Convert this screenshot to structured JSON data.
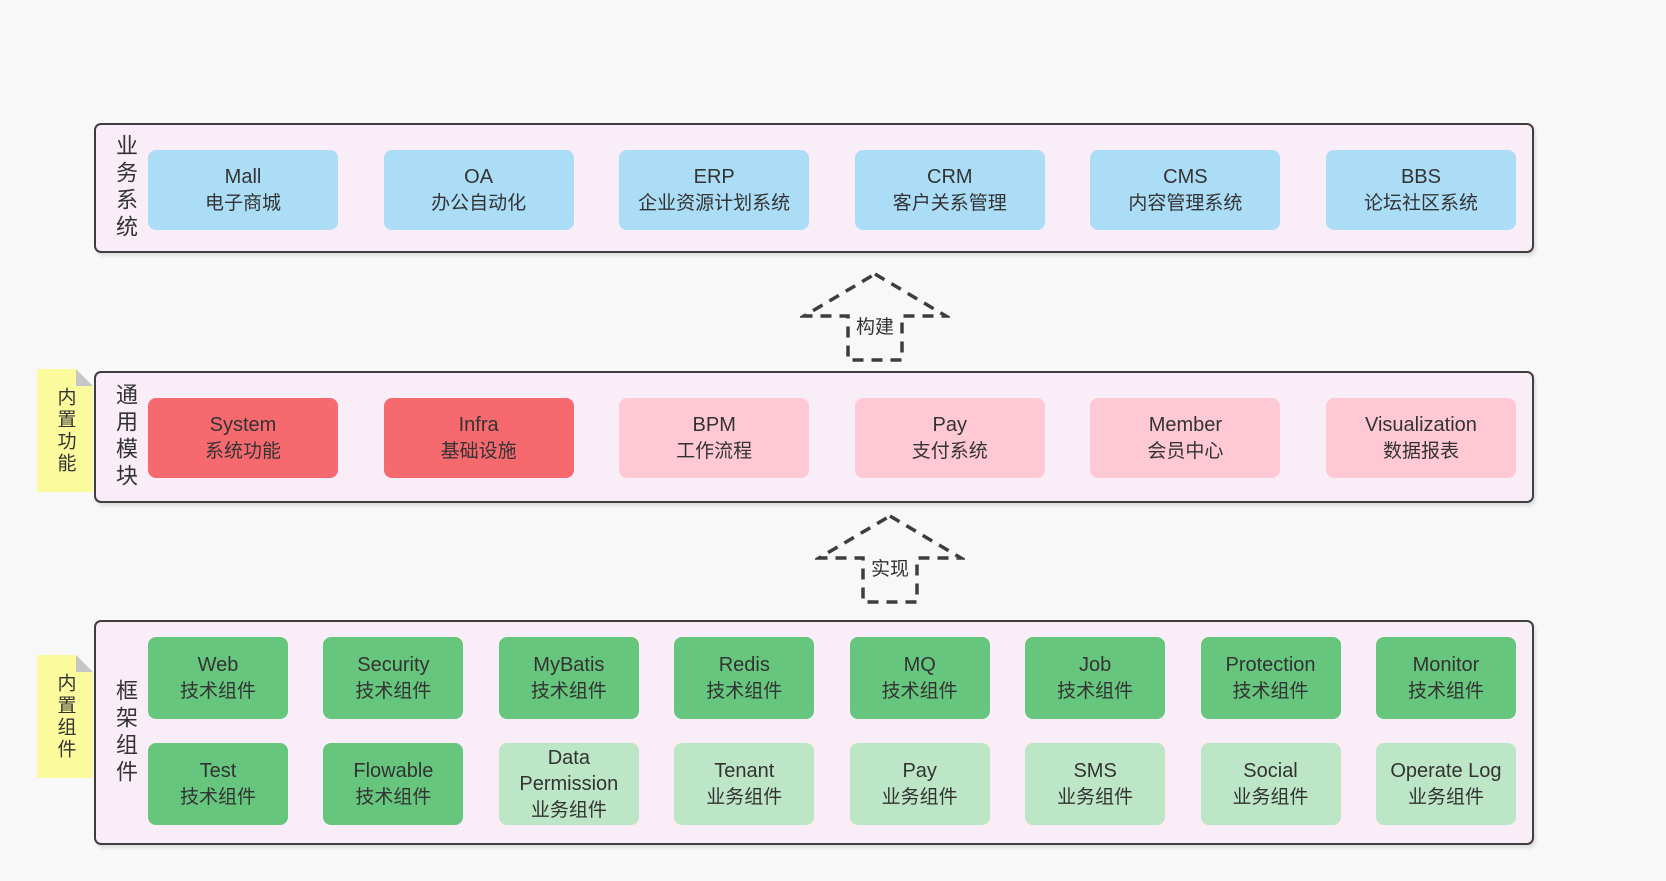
{
  "colors": {
    "page_bg": "#f8f8f8",
    "band_bg": "#f9eef7",
    "band_border": "#3f3f3f",
    "blue_box": "#abddf7",
    "red_box": "#f5696f",
    "pink_box": "#fec9d4",
    "green_box": "#66c67d",
    "green_light_box": "#bce6c5",
    "sticky_yellow": "#fbfb9d",
    "sticky_fold": "#c6c6c6",
    "arrow_stroke": "#3d3d3d",
    "text": "#333333"
  },
  "arrows": [
    {
      "label": "构建"
    },
    {
      "label": "实现"
    }
  ],
  "bands": [
    {
      "label": "业务系统",
      "boxes": [
        {
          "title": "Mall",
          "subtitle": "电子商城",
          "variant": "blue"
        },
        {
          "title": "OA",
          "subtitle": "办公自动化",
          "variant": "blue"
        },
        {
          "title": "ERP",
          "subtitle": "企业资源计划系统",
          "variant": "blue"
        },
        {
          "title": "CRM",
          "subtitle": "客户关系管理",
          "variant": "blue"
        },
        {
          "title": "CMS",
          "subtitle": "内容管理系统",
          "variant": "blue"
        },
        {
          "title": "BBS",
          "subtitle": "论坛社区系统",
          "variant": "blue"
        }
      ]
    },
    {
      "label": "通用模块",
      "sticky": "内置功能",
      "boxes": [
        {
          "title": "System",
          "subtitle": "系统功能",
          "variant": "red"
        },
        {
          "title": "Infra",
          "subtitle": "基础设施",
          "variant": "red"
        },
        {
          "title": "BPM",
          "subtitle": "工作流程",
          "variant": "pink"
        },
        {
          "title": "Pay",
          "subtitle": "支付系统",
          "variant": "pink"
        },
        {
          "title": "Member",
          "subtitle": "会员中心",
          "variant": "pink"
        },
        {
          "title": "Visualization",
          "subtitle": "数据报表",
          "variant": "pink"
        }
      ]
    },
    {
      "label": "框架组件",
      "sticky": "内置组件",
      "rows": [
        [
          {
            "title": "Web",
            "subtitle": "技术组件",
            "variant": "green"
          },
          {
            "title": "Security",
            "subtitle": "技术组件",
            "variant": "green"
          },
          {
            "title": "MyBatis",
            "subtitle": "技术组件",
            "variant": "green"
          },
          {
            "title": "Redis",
            "subtitle": "技术组件",
            "variant": "green"
          },
          {
            "title": "MQ",
            "subtitle": "技术组件",
            "variant": "green"
          },
          {
            "title": "Job",
            "subtitle": "技术组件",
            "variant": "green"
          },
          {
            "title": "Protection",
            "subtitle": "技术组件",
            "variant": "green"
          },
          {
            "title": "Monitor",
            "subtitle": "技术组件",
            "variant": "green"
          }
        ],
        [
          {
            "title": "Test",
            "subtitle": "技术组件",
            "variant": "green"
          },
          {
            "title": "Flowable",
            "subtitle": "技术组件",
            "variant": "green"
          },
          {
            "title": "Data Permission",
            "subtitle": "业务组件",
            "variant": "green-light"
          },
          {
            "title": "Tenant",
            "subtitle": "业务组件",
            "variant": "green-light"
          },
          {
            "title": "Pay",
            "subtitle": "业务组件",
            "variant": "green-light"
          },
          {
            "title": "SMS",
            "subtitle": "业务组件",
            "variant": "green-light"
          },
          {
            "title": "Social",
            "subtitle": "业务组件",
            "variant": "green-light"
          },
          {
            "title": "Operate Log",
            "subtitle": "业务组件",
            "variant": "green-light"
          }
        ]
      ]
    }
  ]
}
